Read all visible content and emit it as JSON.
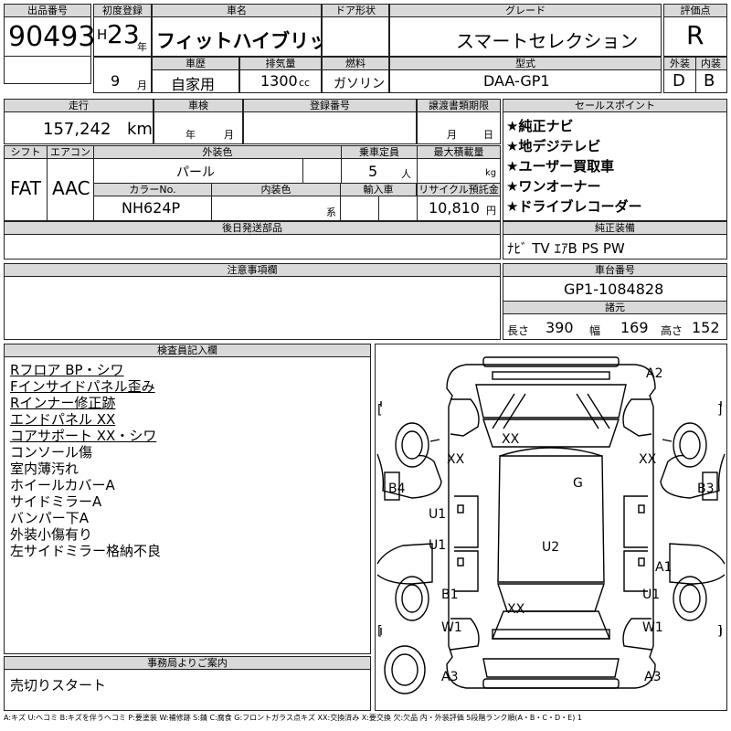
{
  "header": {
    "lot_label": "出品番号",
    "lot": "90493",
    "first_reg_label": "初度登録",
    "era": "H",
    "year_num": "23",
    "year_unit": "年",
    "month_num": "9",
    "month_unit": "月",
    "name_label": "車名",
    "name": "フィットハイブリッド",
    "doors_label": "ドア形状",
    "doors": "",
    "grade_label": "グレード",
    "grade": "スマートセレクション",
    "score_label": "評価点",
    "score": "R",
    "history_label": "車歴",
    "history": "自家用",
    "cc_label": "排気量",
    "cc": "1300",
    "cc_unit": "cc",
    "fuel_label": "燃料",
    "fuel": "ガソリン",
    "model_label": "型式",
    "model": "DAA-GP1",
    "ext_label": "外装",
    "ext": "D",
    "int_label": "内装",
    "int": "B"
  },
  "row2": {
    "mileage_label": "走行",
    "mileage": "157,242",
    "mileage_unit": "km",
    "inspection_label": "車検",
    "insp_year": "年",
    "insp_month": "月",
    "reg_label": "登録番号",
    "transfer_label": "譲渡書類期限",
    "tr_month": "月",
    "tr_day": "日"
  },
  "row3": {
    "shift_label": "シフト",
    "shift": "FAT",
    "ac_label": "エアコン",
    "ac": "AAC",
    "color_label": "外装色",
    "color": "パール",
    "capacity_label": "乗車定員",
    "capacity": "5",
    "capacity_unit": "人",
    "load_label": "最大積載量",
    "load_unit": "kg",
    "colorno_label": "カラーNo.",
    "colorno": "NH624P",
    "interior_label": "内装色",
    "interior_unit": "系",
    "import_label": "輸入車",
    "recycle_label": "リサイクル預託金",
    "recycle": "10,810",
    "recycle_unit": "円"
  },
  "sales_points": {
    "label": "セールスポイント",
    "items": [
      "★純正ナビ",
      "★地デジテレビ",
      "★ユーザー買取車",
      "★ワンオーナー",
      "★ドライブレコーダー"
    ]
  },
  "later_parts_label": "後日発送部品",
  "equipment": {
    "label": "純正装備",
    "value": "ﾅﾋﾞ TV ｴｱB PS PW"
  },
  "notes_label": "注意事項欄",
  "chassis": {
    "label": "車台番号",
    "value": "GP1-1084828",
    "dims_label": "諸元",
    "len_label": "長さ",
    "len": "390",
    "wid_label": "幅",
    "wid": "169",
    "hei_label": "高さ",
    "hei": "152"
  },
  "inspector": {
    "label": "検査員記入欄",
    "notes": [
      {
        "text": "Rフロア BP・シワ",
        "underline": true
      },
      {
        "text": "Fインサイドパネル歪み",
        "underline": true
      },
      {
        "text": "Rインナー修正跡",
        "underline": true
      },
      {
        "text": "エンドパネル XX",
        "underline": true
      },
      {
        "text": "コアサポート XX・シワ",
        "underline": true
      },
      {
        "text": "コンソール傷",
        "underline": false
      },
      {
        "text": "室内薄汚れ",
        "underline": false
      },
      {
        "text": "ホイールカバーA",
        "underline": false
      },
      {
        "text": "サイドミラーA",
        "underline": false
      },
      {
        "text": "バンパー下A",
        "underline": false
      },
      {
        "text": "外装小傷有り",
        "underline": false
      },
      {
        "text": "左サイドミラー格納不良",
        "underline": false
      }
    ]
  },
  "office": {
    "label": "事務局よりご案内",
    "text": "売切りスタート"
  },
  "diagram": {
    "marks": {
      "a2": "A2",
      "xx_top": "XX",
      "xx_left": "XX",
      "xx_right": "XX",
      "b4": "B4",
      "b3": "B3",
      "g": "G",
      "u1_a": "U1",
      "u1_b": "U1",
      "u2": "U2",
      "a1": "A1",
      "b1": "B1",
      "u1_r": "U1",
      "xx_bottom": "XX",
      "w1_l": "W1",
      "w1_r": "W1",
      "a3_l": "A3",
      "a3_r": "A3"
    },
    "bracket_l": "[",
    "bracket_r": "]"
  },
  "legend": "A:キズ U:ヘコミ B:キズを伴うヘコミ P:要塗装 W:補修跡 S:錆 C:腐食 G:フロントガラス点キズ XX:交換済み X:要交換 欠:欠品 内・外装評価 5段階ランク順(A・B・C・D・E) 1"
}
